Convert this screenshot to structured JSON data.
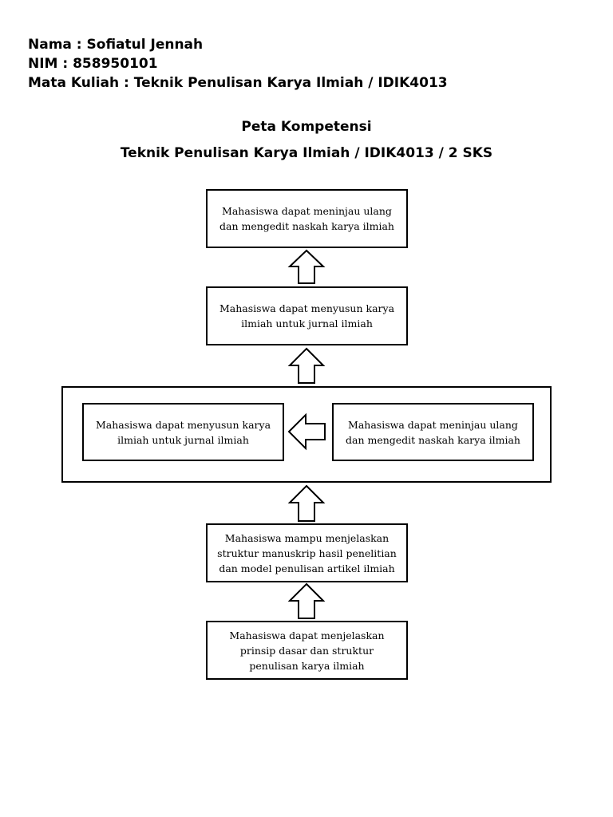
{
  "header": {
    "line1": "Nama : Sofiatul Jennah",
    "line2": "NIM : 858950101",
    "line3": "Mata Kuliah : Teknik Penulisan Karya Ilmiah / IDIK4013"
  },
  "title": {
    "main": "Peta Kompetensi",
    "sub": "Teknik Penulisan Karya Ilmiah / IDIK4013 / 2 SKS"
  },
  "boxes": {
    "top": [
      "Mahasiswa dapat meninjau ulang",
      "dan mengedit naskah karya ilmiah"
    ],
    "second": [
      "Mahasiswa dapat menyusun karya",
      "ilmiah untuk jurnal ilmiah"
    ],
    "group_left": [
      "Mahasiswa dapat menyusun karya",
      "ilmiah untuk jurnal ilmiah"
    ],
    "group_right": [
      "Mahasiswa dapat meninjau ulang",
      "dan mengedit naskah karya ilmiah"
    ],
    "fourth": [
      "Mahasiswa mampu menjelaskan",
      "struktur manuskrip hasil penelitian",
      "dan model penulisan artikel ilmiah"
    ],
    "bottom": [
      "Mahasiswa dapat menjelaskan",
      "prinsip dasar dan struktur",
      "penulisan karya ilmiah"
    ]
  }
}
